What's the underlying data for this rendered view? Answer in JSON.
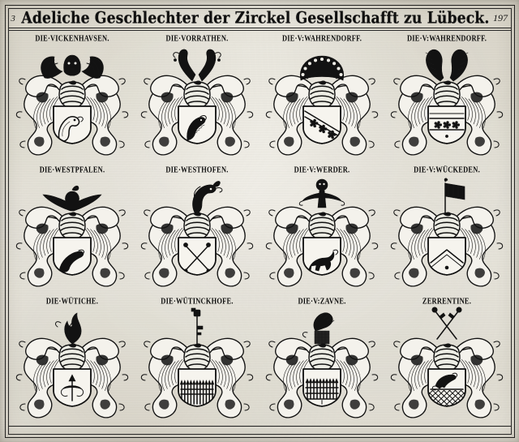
{
  "plate": {
    "folio_mark": "3",
    "title": "Adeliche Geschlechter der Zirckel Gesellschafft zu Lübeck.",
    "page_number": "197"
  },
  "rows": [
    {
      "cells": [
        {
          "caption": "DIE·VICKENHAVSEN.",
          "crest": "lion-head-between-wings",
          "shield_charge": "lion-rampant"
        },
        {
          "caption": "DIE·VORRATHEN.",
          "crest": "pair-of-horns",
          "shield_charge": "beast-demi-rampant"
        },
        {
          "caption": "DIE·V:WAHRENDORFF.",
          "crest": "peacock-plume-fan",
          "shield_charge": "bend-with-roses"
        },
        {
          "caption": "DIE·V:WAHRENDORFF.",
          "crest": "double-feather-plume",
          "shield_charge": "fess-with-roses"
        }
      ]
    },
    {
      "cells": [
        {
          "caption": "DIE·WESTPFALEN.",
          "crest": "eagle-displayed",
          "shield_charge": "beast-salient"
        },
        {
          "caption": "DIE·WESTHOFEN.",
          "crest": "horse-demi",
          "shield_charge": "crossed-staves"
        },
        {
          "caption": "DIE·V:WERDER.",
          "crest": "man-issuant",
          "shield_charge": "horse-passant"
        },
        {
          "caption": "DIE·V:WÜCKEDEN.",
          "crest": "banner-pennon",
          "shield_charge": "chevron-and-bends"
        }
      ]
    },
    {
      "cells": [
        {
          "caption": "DIE·WÜTICHE.",
          "crest": "flames-plume",
          "shield_charge": "arrow-and-crescent"
        },
        {
          "caption": "DIE·WÜTINCKHOFE.",
          "crest": "key-erect",
          "shield_charge": "palisade-base"
        },
        {
          "caption": "DIE·V:ZAVNE.",
          "crest": "plume-over-fence",
          "shield_charge": "palisade-fence"
        },
        {
          "caption": "ZERRENTINE.",
          "crest": "crossed-keys",
          "shield_charge": "lion-over-lattice"
        }
      ]
    }
  ],
  "colors": {
    "ink": "#101010",
    "paper": "#eceae2",
    "shield_face": "#f6f4ee"
  }
}
